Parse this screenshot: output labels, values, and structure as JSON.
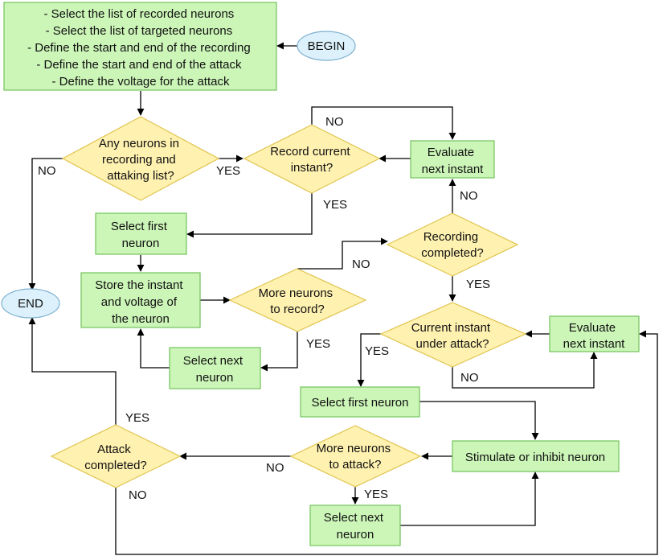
{
  "nodes": {
    "setup": [
      "- Select the list of recorded neurons",
      "- Select the list of targeted neurons",
      "- Define the start and end of the recording",
      "- Define the start and end of the attack",
      "- Define the voltage for the attack"
    ],
    "begin": [
      "BEGIN"
    ],
    "end": [
      "END"
    ],
    "any_neurons": [
      "Any neurons in",
      "recording and",
      "attaking list?"
    ],
    "record_current": [
      "Record current",
      "instant?"
    ],
    "evaluate_next_1": [
      "Evaluate",
      "next instant"
    ],
    "select_first_1": [
      "Select first",
      "neuron"
    ],
    "store_instant": [
      "Store the instant",
      "and voltage of",
      "the neuron"
    ],
    "more_record": [
      "More neurons",
      "to record?"
    ],
    "select_next_1": [
      "Select next",
      "neuron"
    ],
    "recording_completed": [
      "Recording",
      "completed?"
    ],
    "current_under_attack": [
      "Current instant",
      "under attack?"
    ],
    "evaluate_next_2": [
      "Evaluate",
      "next instant"
    ],
    "select_first_2": [
      "Select first neuron"
    ],
    "stimulate": [
      "Stimulate or inhibit neuron"
    ],
    "more_attack": [
      "More neurons",
      "to attack?"
    ],
    "select_next_2": [
      "Select next",
      "neuron"
    ],
    "attack_completed": [
      "Attack",
      "completed?"
    ]
  },
  "edge_labels": {
    "any_no": "NO",
    "any_yes": "YES",
    "record_no": "NO",
    "record_yes": "YES",
    "more_record_no": "NO",
    "more_record_yes": "YES",
    "recording_no": "NO",
    "recording_yes": "YES",
    "attack_now_yes": "YES",
    "attack_now_no": "NO",
    "more_attack_no": "NO",
    "more_attack_yes": "YES",
    "attack_completed_yes": "YES",
    "attack_completed_no": "NO"
  }
}
